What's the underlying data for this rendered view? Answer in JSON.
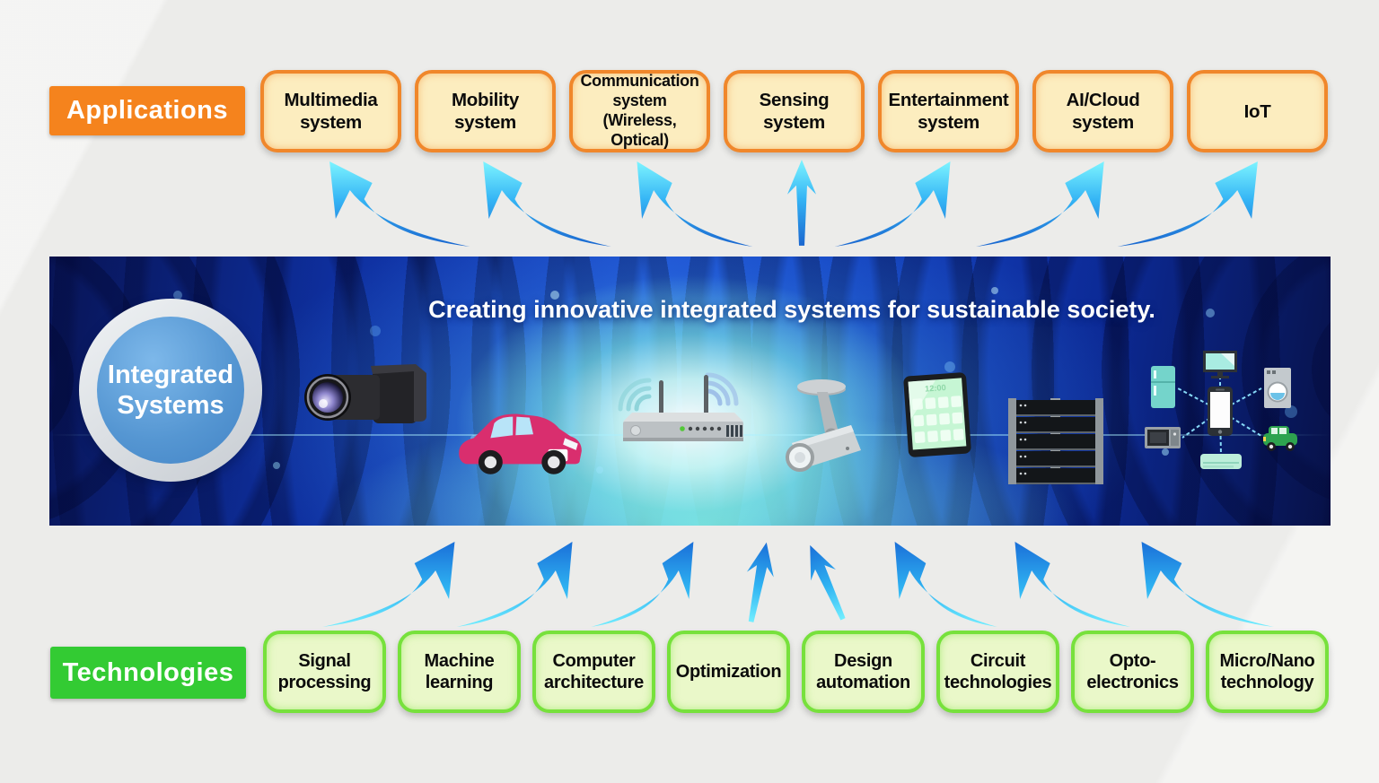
{
  "applications": {
    "label": "Applications",
    "accent_color": "#f5831d",
    "box_fill": "#fcedbf",
    "box_border": "#f0872b",
    "items": [
      {
        "label": "Multimedia\nsystem"
      },
      {
        "label": "Mobility\nsystem"
      },
      {
        "label": "Communication\nsystem\n(Wireless, Optical)"
      },
      {
        "label": "Sensing\nsystem"
      },
      {
        "label": "Entertainment\nsystem"
      },
      {
        "label": "AI/Cloud\nsystem"
      },
      {
        "label": "IoT"
      }
    ]
  },
  "technologies": {
    "label": "Technologies",
    "accent_color": "#33cb33",
    "box_fill": "#eaf8c9",
    "box_border": "#77e13c",
    "items": [
      {
        "label": "Signal\nprocessing"
      },
      {
        "label": "Machine\nlearning"
      },
      {
        "label": "Computer\narchitecture"
      },
      {
        "label": "Optimization"
      },
      {
        "label": "Design\nautomation"
      },
      {
        "label": "Circuit\ntechnologies"
      },
      {
        "label": "Opto-\nelectronics"
      },
      {
        "label": "Micro/Nano\ntechnology"
      }
    ]
  },
  "banner": {
    "headline": "Creating innovative integrated systems for sustainable society.",
    "badge": "Integrated\nSystems",
    "badge_color": "#5596d2",
    "tablet_time": "12:00",
    "devices": [
      "camcorder",
      "car",
      "wireless-router",
      "security-camera",
      "tablet",
      "server-rack",
      "iot-network"
    ]
  },
  "arrows": {
    "cyan": "#72eeff",
    "blue": "#1a66cf"
  }
}
